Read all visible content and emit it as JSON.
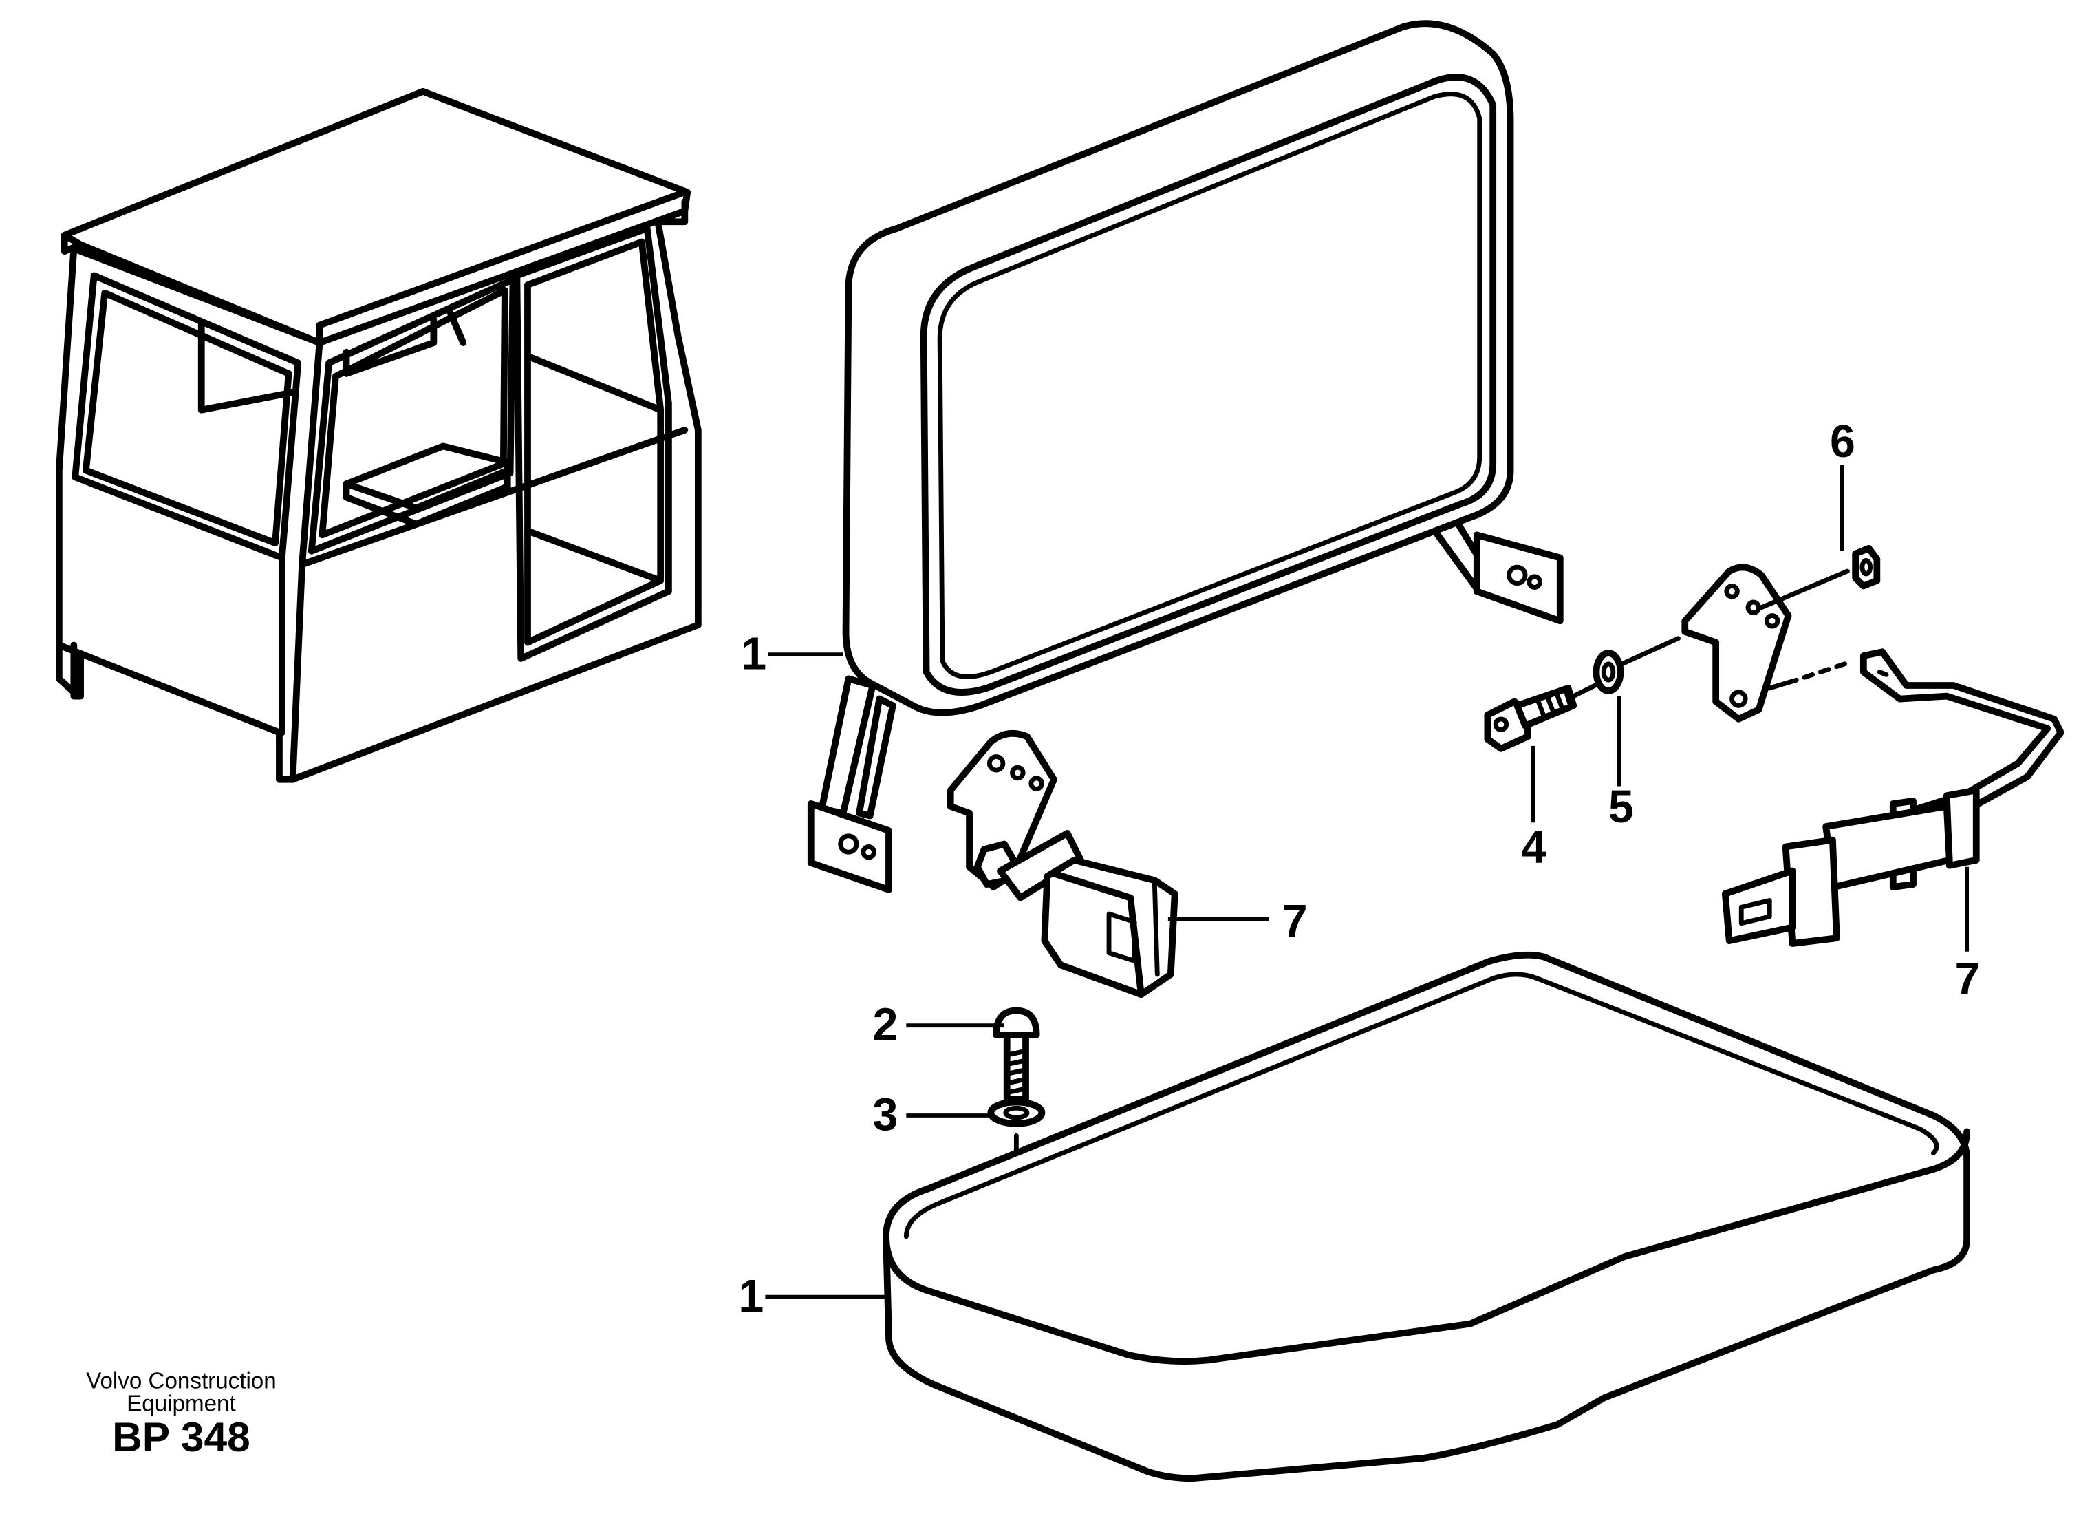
{
  "diagram": {
    "callouts": [
      {
        "id": "backrest",
        "label": "1"
      },
      {
        "id": "seat",
        "label": "1"
      },
      {
        "id": "bolt",
        "label": "2"
      },
      {
        "id": "washer",
        "label": "3"
      },
      {
        "id": "screw",
        "label": "4"
      },
      {
        "id": "washer-right",
        "label": "5"
      },
      {
        "id": "nut",
        "label": "6"
      },
      {
        "id": "buckle",
        "label": "7"
      },
      {
        "id": "belt",
        "label": "7"
      }
    ],
    "footer": {
      "brand_line1": "Volvo Construction",
      "brand_line2": "Equipment",
      "code": "BP 348"
    }
  }
}
